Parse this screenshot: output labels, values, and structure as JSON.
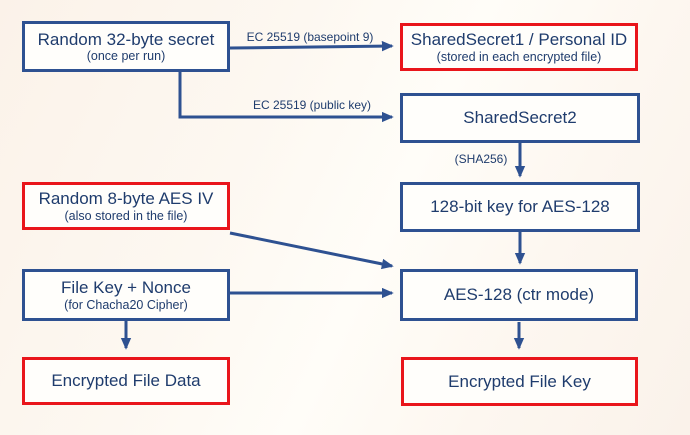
{
  "diagram": {
    "colors": {
      "box_blue": "#2e5191",
      "box_red": "#e9151b",
      "text_navy": "#1f3c6d",
      "background": "#fdf7f0"
    },
    "nodes": [
      {
        "id": "random-32-byte-secret",
        "label": "Random 32-byte secret",
        "sublabel": "(once per run)",
        "border": "blue"
      },
      {
        "id": "shared-secret-1",
        "label": "SharedSecret1 / Personal ID",
        "sublabel": "(stored in each encrypted file)",
        "border": "red"
      },
      {
        "id": "shared-secret-2",
        "label": "SharedSecret2",
        "border": "blue"
      },
      {
        "id": "aes-128-key",
        "label": "128-bit key for AES-128",
        "border": "blue"
      },
      {
        "id": "random-aes-iv",
        "label": "Random 8-byte AES IV",
        "sublabel": "(also stored in the file)",
        "border": "red"
      },
      {
        "id": "file-key-nonce",
        "label": "File Key + Nonce",
        "sublabel": "(for Chacha20 Cipher)",
        "border": "blue"
      },
      {
        "id": "aes-128-ctr",
        "label": "AES-128 (ctr mode)",
        "border": "blue"
      },
      {
        "id": "encrypted-file-data",
        "label": "Encrypted File Data",
        "border": "red"
      },
      {
        "id": "encrypted-file-key",
        "label": "Encrypted File Key",
        "border": "red"
      }
    ],
    "edge_labels": [
      {
        "id": "ec25519-basepoint",
        "text": "EC 25519 (basepoint 9)"
      },
      {
        "id": "ec25519-public-key",
        "text": "EC 25519 (public key)"
      },
      {
        "id": "sha256",
        "text": "(SHA256)"
      }
    ]
  }
}
